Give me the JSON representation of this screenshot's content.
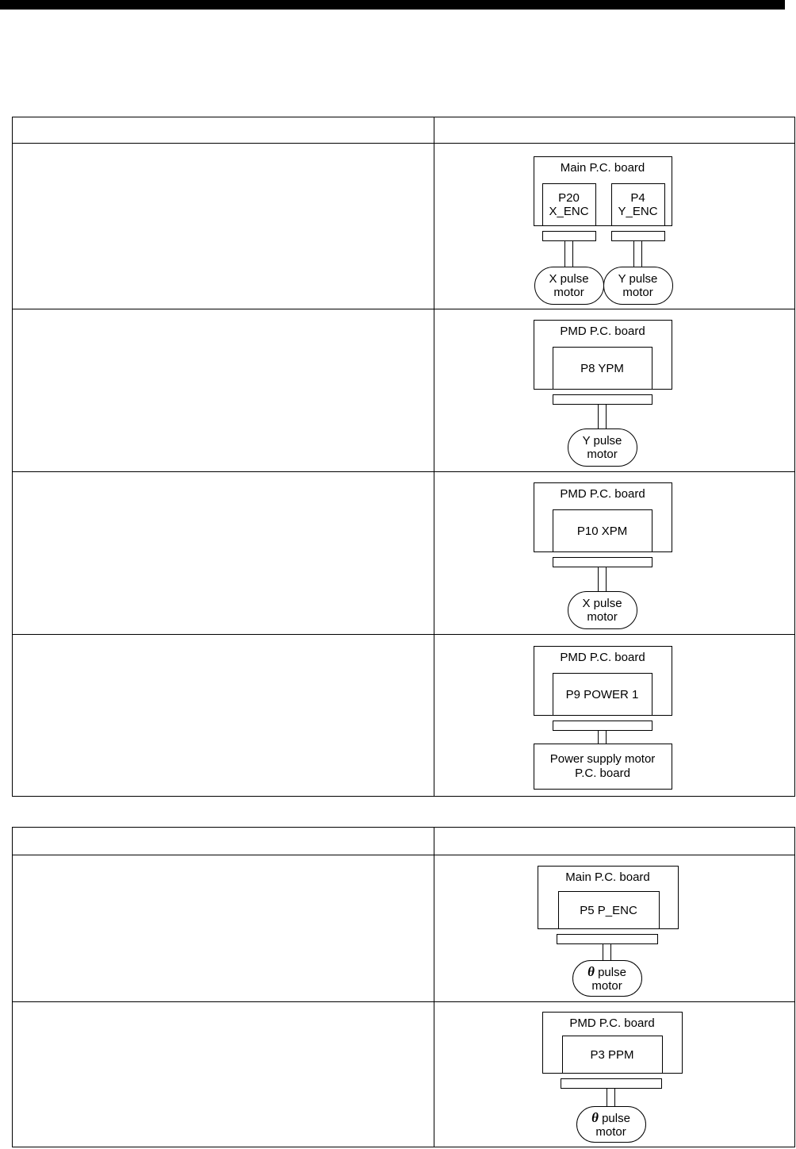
{
  "page": {
    "top_rule_color": "#000000"
  },
  "tables": [
    {
      "name": "xy-axis-pulse-motor-table",
      "header": {
        "left": "",
        "right": ""
      },
      "rows": [
        {
          "left": "",
          "figure": {
            "id": "fig-main-pc-board-xy-enc",
            "board_title": "Main P.C. board",
            "ports": [
              {
                "line1": "P20",
                "line2": "X_ENC"
              },
              {
                "line1": "P4",
                "line2": "Y_ENC"
              }
            ],
            "motors": [
              {
                "line1": "X pulse",
                "line2": "motor"
              },
              {
                "line1": "Y pulse",
                "line2": "motor"
              }
            ]
          }
        },
        {
          "left": "",
          "figure": {
            "id": "fig-pmd-p8-ypm",
            "board_title": "PMD P.C. board",
            "port": "P8  YPM",
            "motor": {
              "line1": "Y pulse",
              "line2": "motor"
            }
          }
        },
        {
          "left": "",
          "figure": {
            "id": "fig-pmd-p10-xpm",
            "board_title": "PMD P.C. board",
            "port": "P10  XPM",
            "motor": {
              "line1": "X pulse",
              "line2": "motor"
            }
          }
        },
        {
          "left": "",
          "figure": {
            "id": "fig-pmd-p9-power1",
            "board_title": "PMD P.C. board",
            "port": "P9  POWER 1",
            "target_box": {
              "line1": "Power supply motor",
              "line2": "P.C. board"
            }
          }
        }
      ]
    },
    {
      "name": "theta-axis-pulse-motor-table",
      "header": {
        "left": "",
        "right": ""
      },
      "rows": [
        {
          "left": "",
          "figure": {
            "id": "fig-main-p5-p-enc",
            "board_title": "Main P.C. board",
            "port": "P5  P_ENC",
            "motor": {
              "symbol": "θ",
              "line1": " pulse",
              "line2": "motor"
            }
          }
        },
        {
          "left": "",
          "figure": {
            "id": "fig-pmd-p3-ppm",
            "board_title": "PMD P.C. board",
            "port": "P3  PPM",
            "motor": {
              "symbol": "θ",
              "line1": " pulse",
              "line2": "motor"
            }
          }
        }
      ]
    }
  ]
}
